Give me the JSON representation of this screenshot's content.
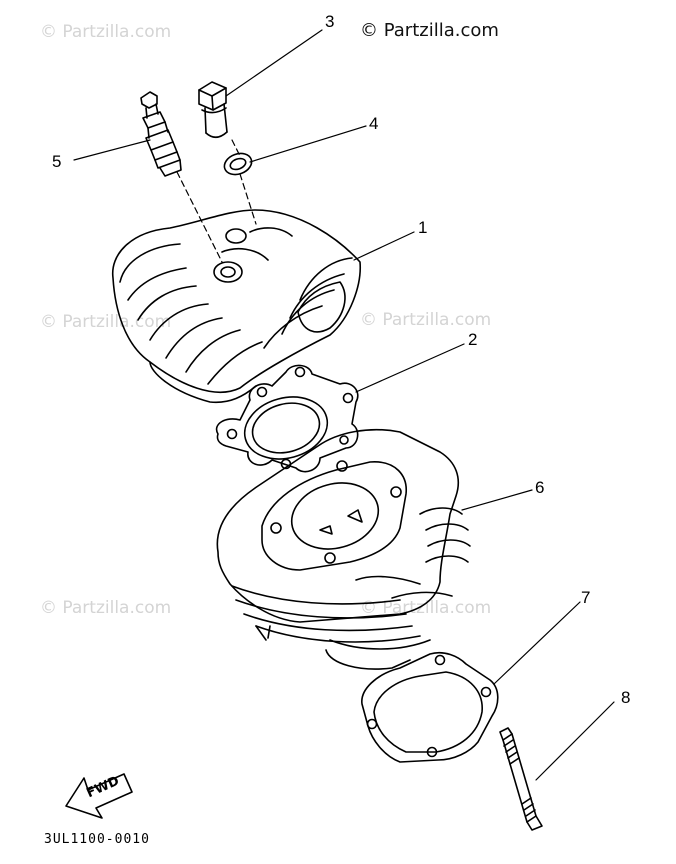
{
  "copyright": "© Partzilla.com",
  "watermark": "© Partzilla.com",
  "drawing_code": "3UL1100-0010",
  "fwd_label": "FWD",
  "callouts": [
    {
      "id": "1",
      "label": "1"
    },
    {
      "id": "2",
      "label": "2"
    },
    {
      "id": "3",
      "label": "3"
    },
    {
      "id": "4",
      "label": "4"
    },
    {
      "id": "5",
      "label": "5"
    },
    {
      "id": "6",
      "label": "6"
    },
    {
      "id": "7",
      "label": "7"
    },
    {
      "id": "8",
      "label": "8"
    }
  ],
  "colors": {
    "line": "#000000",
    "watermark": "#d4d4d4"
  }
}
